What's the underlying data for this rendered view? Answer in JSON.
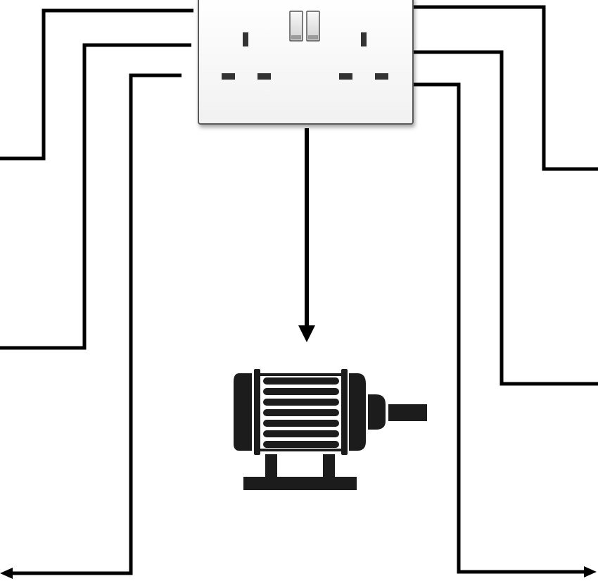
{
  "diagram": {
    "components": [
      {
        "name": "power-socket",
        "type": "double-socket-outlet",
        "switches": 2
      },
      {
        "name": "electric-motor",
        "type": "motor"
      }
    ],
    "connections": [
      {
        "from": "power-socket",
        "to": "electric-motor",
        "style": "arrow"
      }
    ],
    "colors": {
      "line": "#000000",
      "socket_face": "#ffffff",
      "socket_border": "#555555",
      "motor": "#1c1c1c",
      "background": "#ffffff"
    },
    "icons": {
      "socket": "power-socket-icon",
      "motor": "electric-motor-icon"
    }
  }
}
